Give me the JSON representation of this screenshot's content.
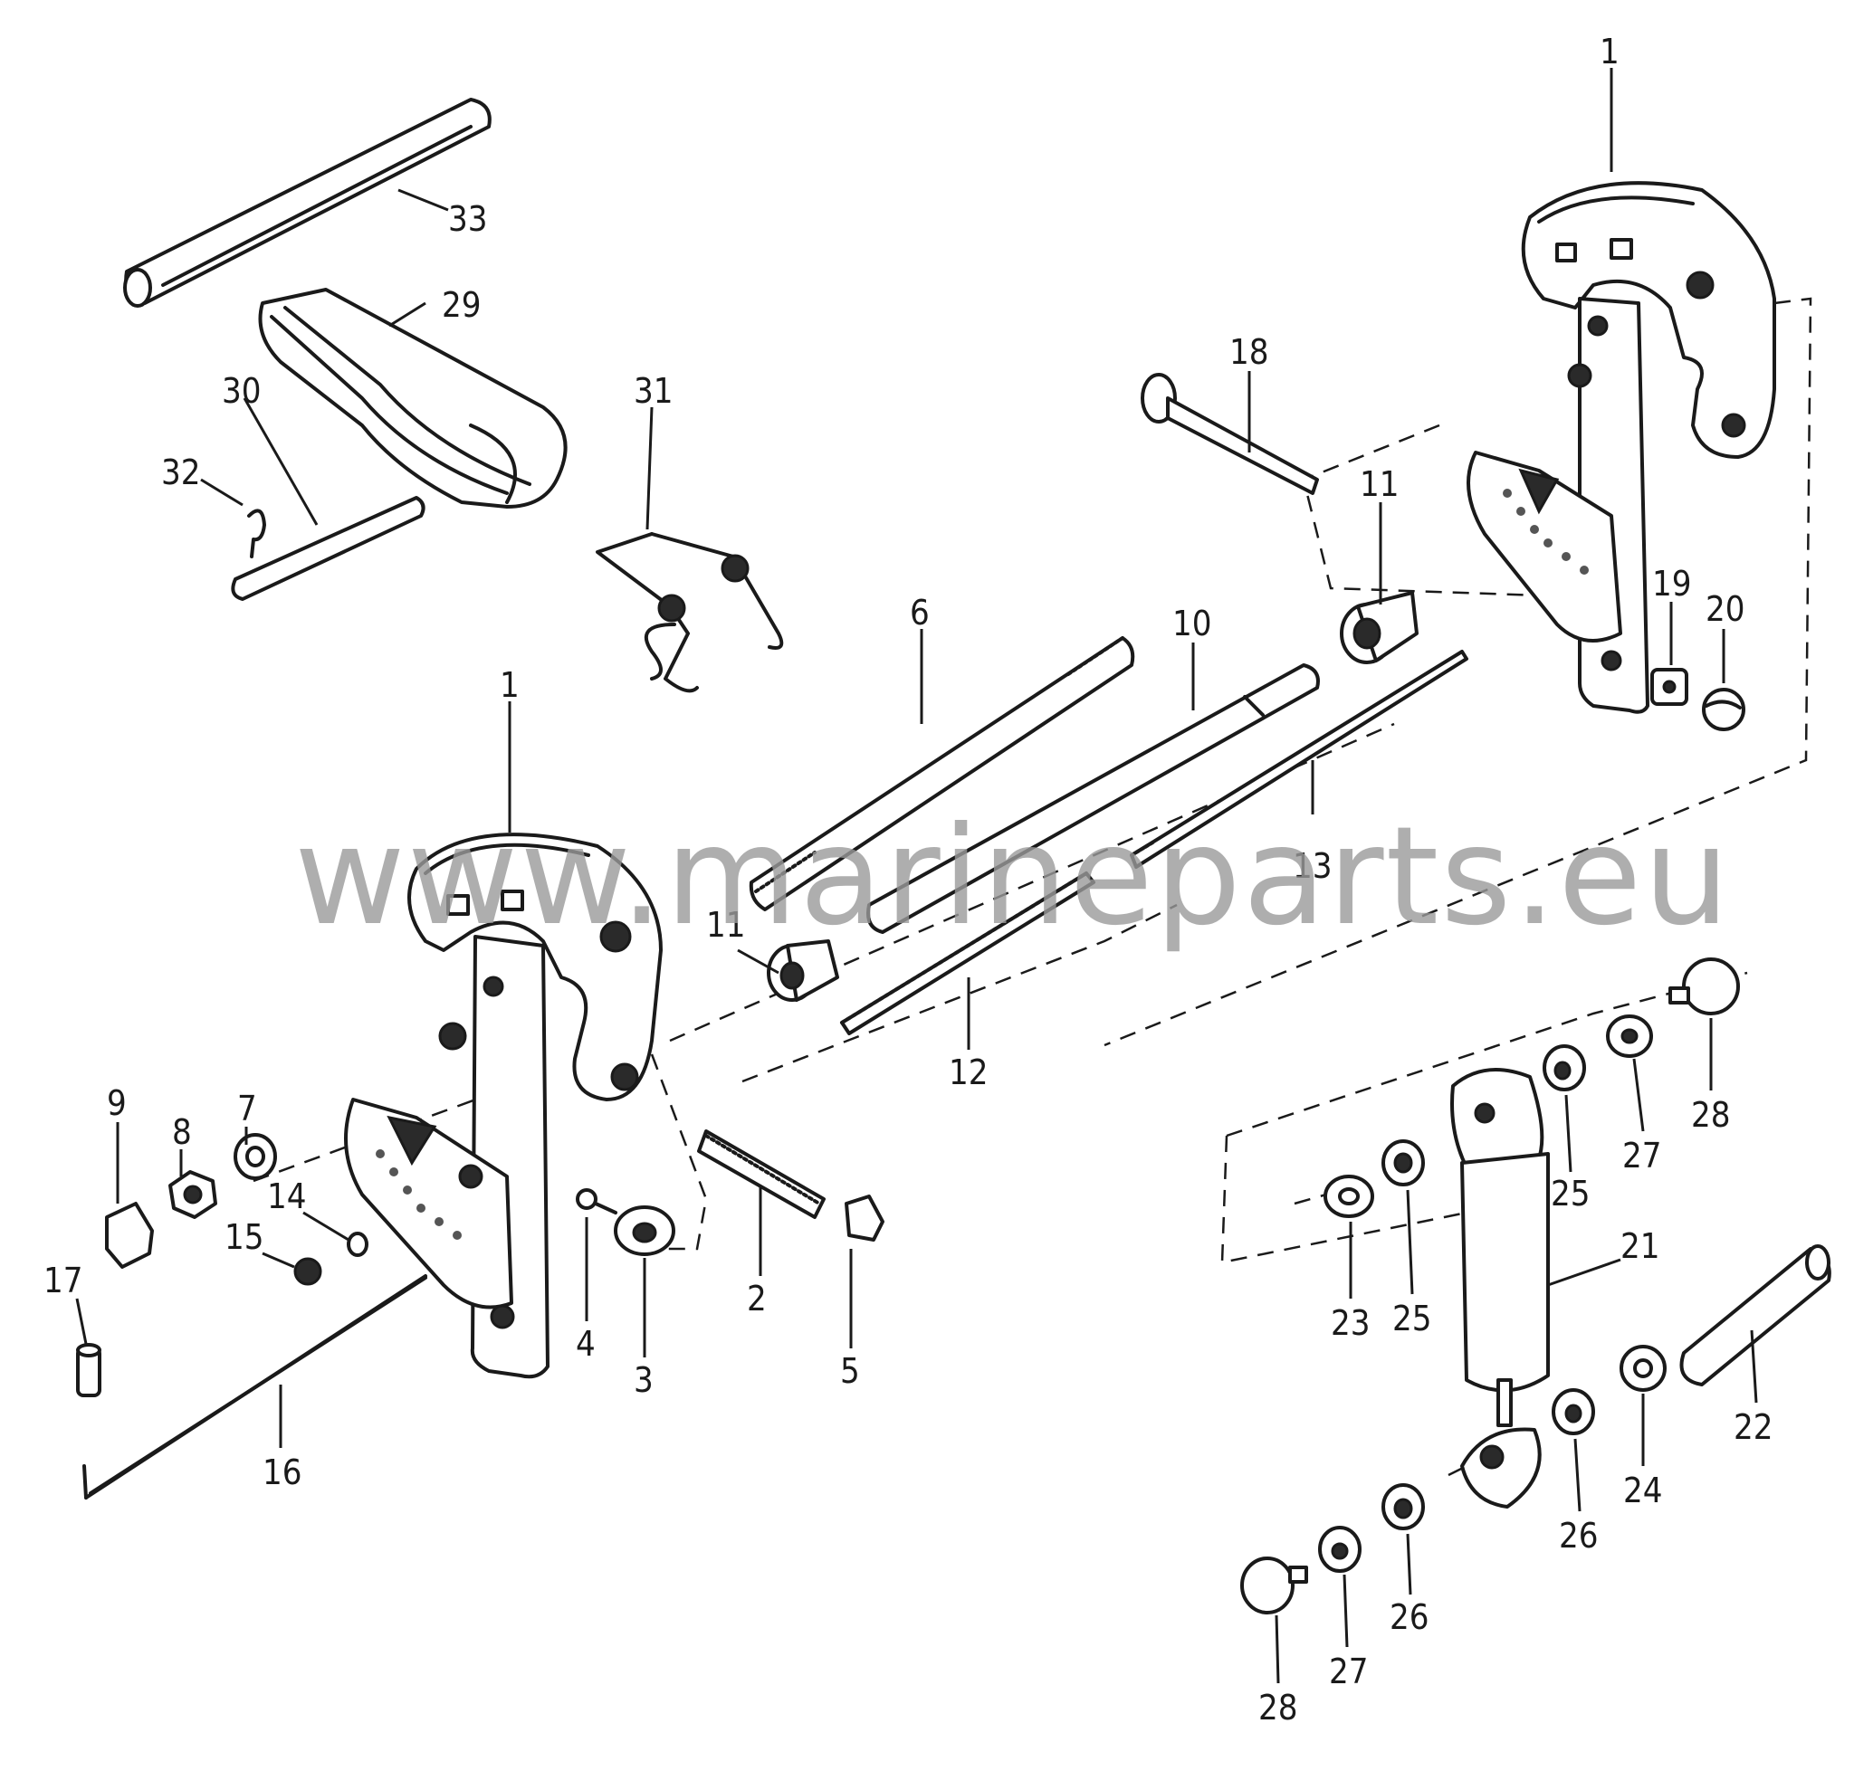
{
  "watermark": "www.marineparts.eu",
  "labels": {
    "l1a": "1",
    "l1b": "1",
    "l2": "2",
    "l3": "3",
    "l4": "4",
    "l5": "5",
    "l6": "6",
    "l7": "7",
    "l8": "8",
    "l9": "9",
    "l10": "10",
    "l11a": "11",
    "l11b": "11",
    "l12": "12",
    "l13": "13",
    "l14": "14",
    "l15": "15",
    "l16": "16",
    "l17": "17",
    "l18": "18",
    "l19": "19",
    "l20": "20",
    "l21": "21",
    "l22": "22",
    "l23": "23",
    "l24": "24",
    "l25a": "25",
    "l25b": "25",
    "l26a": "26",
    "l26b": "26",
    "l27a": "27",
    "l27b": "27",
    "l28a": "28",
    "l28b": "28",
    "l29": "29",
    "l30": "30",
    "l31": "31",
    "l32": "32",
    "l33": "33"
  }
}
